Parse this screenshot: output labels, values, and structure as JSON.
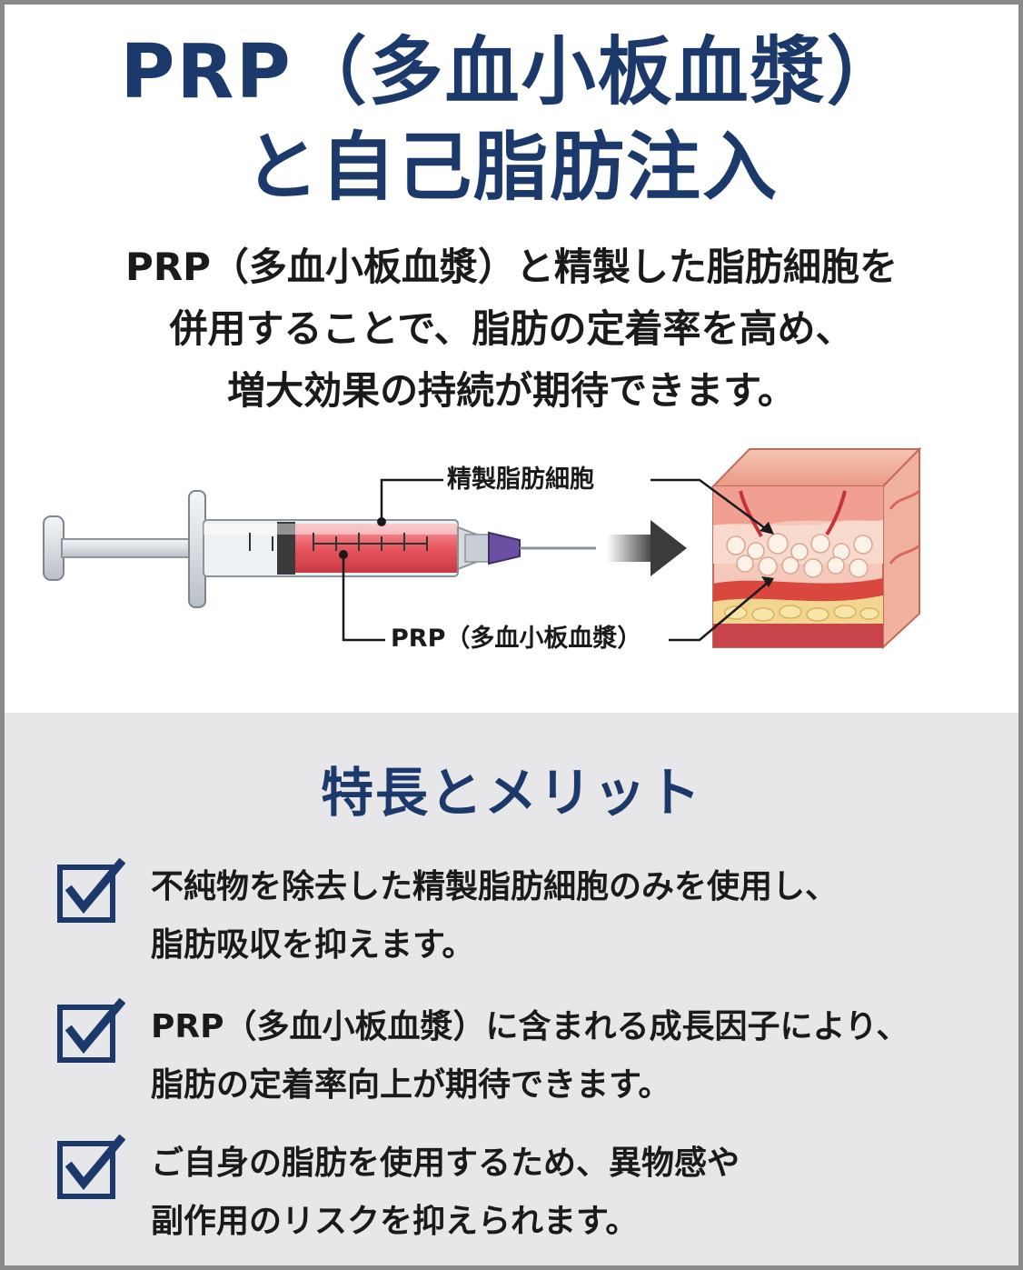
{
  "header": {
    "title_line1": "PRP（多血小板血漿）",
    "title_line2": "と自己脂肪注入"
  },
  "lead": {
    "line1": "PRP（多血小板血漿）と精製した脂肪細胞を",
    "line2": "併用することで、脂肪の定着率を高め、",
    "line3": "増大効果の持続が期待できます。"
  },
  "illustration": {
    "label_fat": "精製脂肪細胞",
    "label_prp": "PRP（多血小板血漿）",
    "icons": [
      "syringe-icon",
      "arrow-right-icon",
      "skin-tissue-icon"
    ]
  },
  "features": {
    "heading": "特長とメリット",
    "items": [
      {
        "line1": "不純物を除去した精製脂肪細胞のみを使用し、",
        "line2": "脂肪吸収を抑えます。"
      },
      {
        "line1": "PRP（多血小板血漿）に含まれる成長因子により、",
        "line2": "脂肪の定着率向上が期待できます。"
      },
      {
        "line1": "ご自身の脂肪を使用するため、異物感や",
        "line2": "副作用のリスクを抑えられます。"
      }
    ]
  },
  "colors": {
    "navy": "#1b3a6b",
    "text": "#1a1a1a",
    "panel": "#e7e7e9",
    "prp_red": "#e8565e"
  }
}
